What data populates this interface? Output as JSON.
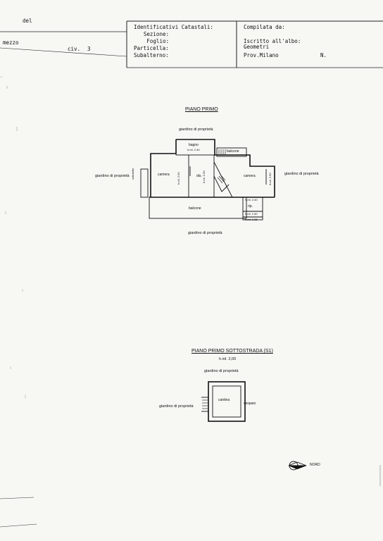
{
  "header": {
    "frag_del": "del",
    "frag_mezzo": "mezzo",
    "frag_civ": "civ.",
    "frag_civ_num": "3",
    "ident_title": "Identificativi Catastali:",
    "sezione": "Sezione:",
    "foglio": "Foglio:",
    "particella": "Particella:",
    "subalterno": "Subalterno:",
    "compilata_title": "Compilata da:",
    "iscritto": "Iscritto all'albo:",
    "geometri": "Geometri",
    "prov": "Prov.Milano",
    "n": "N."
  },
  "plan1": {
    "title": "PIANO PRIMO",
    "garden_top": "giardino di proprietà",
    "garden_left": "giardino di proprietà",
    "garden_right": "giardino di proprietà",
    "garden_bottom": "giardino di proprietà",
    "bagno": "bagno",
    "bagno_h": "h.ml. 2.40",
    "balcone_small": "balcone",
    "camera_left": "camera",
    "dis": "dis.",
    "camera_right": "camera",
    "balcone_main": "balcone",
    "rip": "rip.",
    "h240": "h.ml. 2.40",
    "h160": "h.ml. 1.60",
    "h125": "h.ml. 1.25",
    "sottotetto": "sottotetto",
    "h_left": "h.ml. 2.50",
    "h_mid": "h.ml. 2.50",
    "h_right": "h.ml. 2.50"
  },
  "plan2": {
    "title": "PIANO PRIMO SOTTOSTRADA (S1)",
    "height": "h.ml. 2,00",
    "garden_top": "giardino di proprietà",
    "garden_left": "giardino di proprietà",
    "cantina": "cantina",
    "vespaio": "vespaio"
  },
  "north": {
    "label": "NORD"
  }
}
